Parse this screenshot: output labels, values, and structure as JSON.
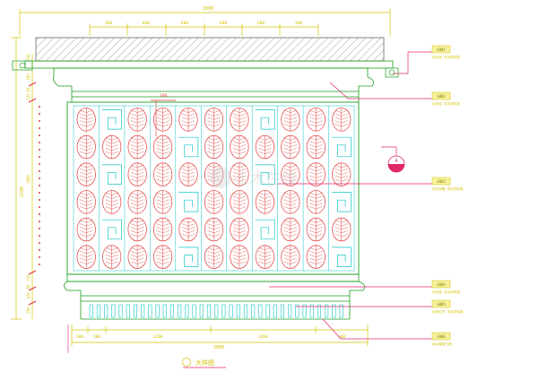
{
  "drawing": {
    "title": "大样图",
    "watermark": "土木在线",
    "colors": {
      "background": "#ffffff",
      "dimension": "#d4c300",
      "frame": "#1b9e1b",
      "panel_grid": "#14c6c6",
      "leaf": "#e23b3b",
      "leader": "#e0286a",
      "hatch": "#555555",
      "tag_fill": "#f7f2a0"
    },
    "dimensions": {
      "top_total": "3000",
      "top_segments": [
        "300",
        "600",
        "600",
        "600",
        "600",
        "300"
      ],
      "bottom_segments": [
        "300",
        "300",
        "1200",
        "1200",
        "300"
      ],
      "bottom_total": "3000",
      "left_chain": [
        "120",
        "180",
        "60",
        "150",
        "1800",
        "150",
        "60",
        "120",
        "200"
      ],
      "left_mid": "2100",
      "inner_top": "160"
    },
    "callouts": [
      {
        "code": "GB01",
        "note": "石材线 详见材料表"
      },
      {
        "code": "GB02",
        "note": "石材线 详见材料表"
      },
      {
        "code": "GB03",
        "note": "石材浮雕 详见材料表"
      },
      {
        "code": "GB04",
        "note": "石材线 详见材料表"
      },
      {
        "code": "GB05",
        "note": "石材栏杆 详见材料表"
      },
      {
        "code": "GB06",
        "note": "见水景施工图"
      }
    ],
    "section_marker": "A"
  }
}
